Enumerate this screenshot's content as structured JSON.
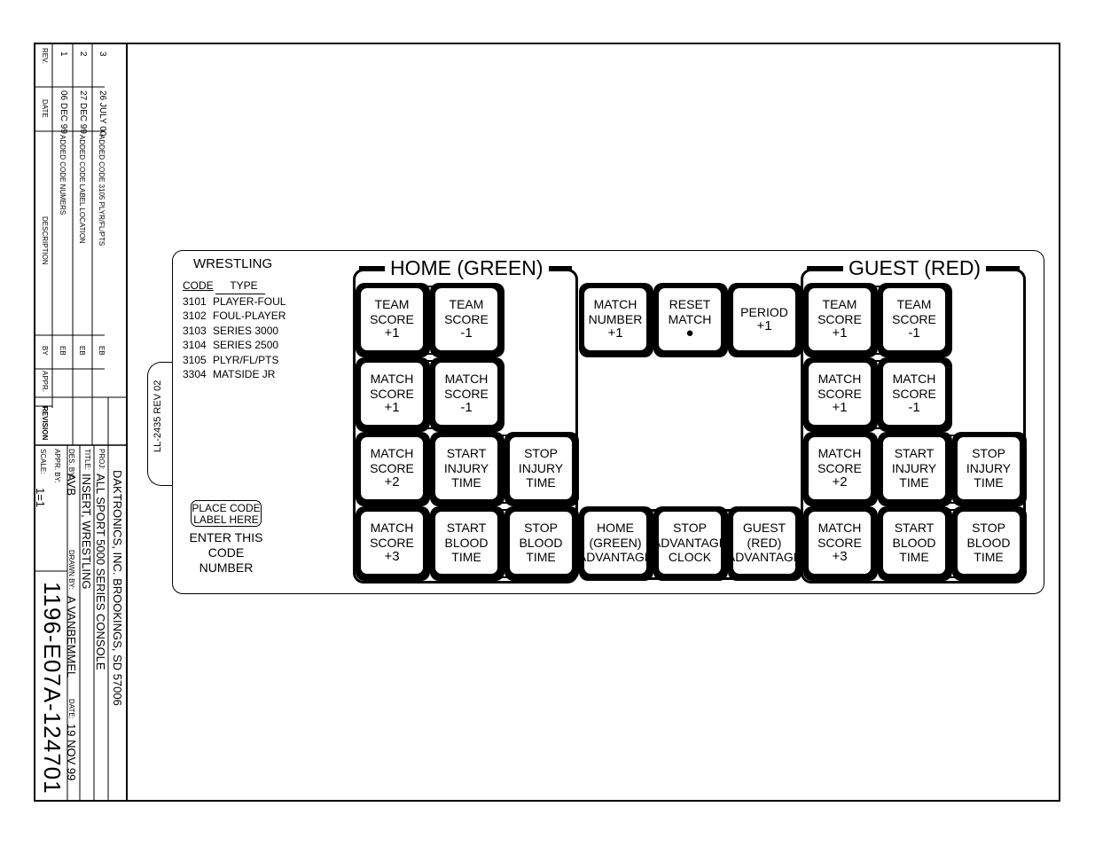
{
  "title_block": {
    "revisions": [
      {
        "rev": "3",
        "date": "26 JULY 00",
        "description": "ADDED CODE 3105 PLYR/FL/PTS",
        "by": "EB"
      },
      {
        "rev": "2",
        "date": "27 DEC 99",
        "description": "ADDED CODE LABEL LOCATION",
        "by": "EB"
      },
      {
        "rev": "1",
        "date": "06 DEC 99",
        "description": "ADDED CODE NUMERS",
        "by": "EB"
      }
    ],
    "headers": {
      "rev": "REV.",
      "date": "DATE",
      "description": "DESCRIPTION",
      "by": "BY",
      "appr": "APPR.",
      "revision": "REVISION"
    },
    "company": "DAKTRONICS, INC. BROOKINGS, SD 57006",
    "proj_label": "PROJ:",
    "proj": "ALL SPORT 5000 SERIES CONSOLE",
    "title_label": "TITLE:",
    "title": "INSERT, WRESTLING",
    "des_label": "DES. BY:",
    "des": "AVB",
    "drawn_label": "DRAWN BY:",
    "drawn": "A VANBEMMEL",
    "date_label": "DATE:",
    "date": "19 NOV 99",
    "appr_label": "APPR. BY:",
    "scale_label": "SCALE:",
    "scale": "1=1",
    "drawing_number": "1196-E07A-124701"
  },
  "tab_label": "LL-2435 REV 02",
  "codes": {
    "heading": "WRESTLING",
    "col_code": "CODE",
    "col_type": "TYPE",
    "rows": [
      {
        "code": "3101",
        "type": "PLAYER-FOUL"
      },
      {
        "code": "3102",
        "type": "FOUL-PLAYER"
      },
      {
        "code": "3103",
        "type": "SERIES 3000"
      },
      {
        "code": "3104",
        "type": "SERIES 2500"
      },
      {
        "code": "3105",
        "type": "PLYR/FL/PTS"
      },
      {
        "code": "3304",
        "type": "MATSIDE JR"
      }
    ],
    "label_box": [
      "PLACE CODE",
      "LABEL HERE"
    ],
    "enter": [
      "ENTER THIS",
      "CODE NUMBER"
    ]
  },
  "home": {
    "title": "HOME (GREEN)",
    "buttons": [
      [
        "TEAM",
        "SCORE",
        "+1"
      ],
      [
        "TEAM",
        "SCORE",
        "-1"
      ],
      [
        "MATCH",
        "SCORE",
        "+1"
      ],
      [
        "MATCH",
        "SCORE",
        "-1"
      ],
      [
        "MATCH",
        "SCORE",
        "+2"
      ],
      [
        "START",
        "INJURY",
        "TIME"
      ],
      [
        "STOP",
        "INJURY",
        "TIME"
      ],
      [
        "MATCH",
        "SCORE",
        "+3"
      ],
      [
        "START",
        "BLOOD",
        "TIME"
      ],
      [
        "STOP",
        "BLOOD",
        "TIME"
      ]
    ]
  },
  "guest": {
    "title": "GUEST (RED)",
    "buttons": [
      [
        "TEAM",
        "SCORE",
        "+1"
      ],
      [
        "TEAM",
        "SCORE",
        "-1"
      ],
      [
        "MATCH",
        "SCORE",
        "+1"
      ],
      [
        "MATCH",
        "SCORE",
        "-1"
      ],
      [
        "MATCH",
        "SCORE",
        "+2"
      ],
      [
        "START",
        "INJURY",
        "TIME"
      ],
      [
        "STOP",
        "INJURY",
        "TIME"
      ],
      [
        "MATCH",
        "SCORE",
        "+3"
      ],
      [
        "START",
        "BLOOD",
        "TIME"
      ],
      [
        "STOP",
        "BLOOD",
        "TIME"
      ]
    ]
  },
  "center": {
    "top": [
      [
        "MATCH",
        "NUMBER",
        "+1"
      ],
      [
        "RESET",
        "MATCH",
        "●"
      ],
      [
        "PERIOD",
        "+1"
      ]
    ],
    "bottom": [
      [
        "HOME",
        "(GREEN)",
        "ADVANTAGE"
      ],
      [
        "STOP",
        "ADVANTAGE",
        "CLOCK"
      ],
      [
        "GUEST",
        "(RED)",
        "ADVANTAGE"
      ]
    ]
  }
}
